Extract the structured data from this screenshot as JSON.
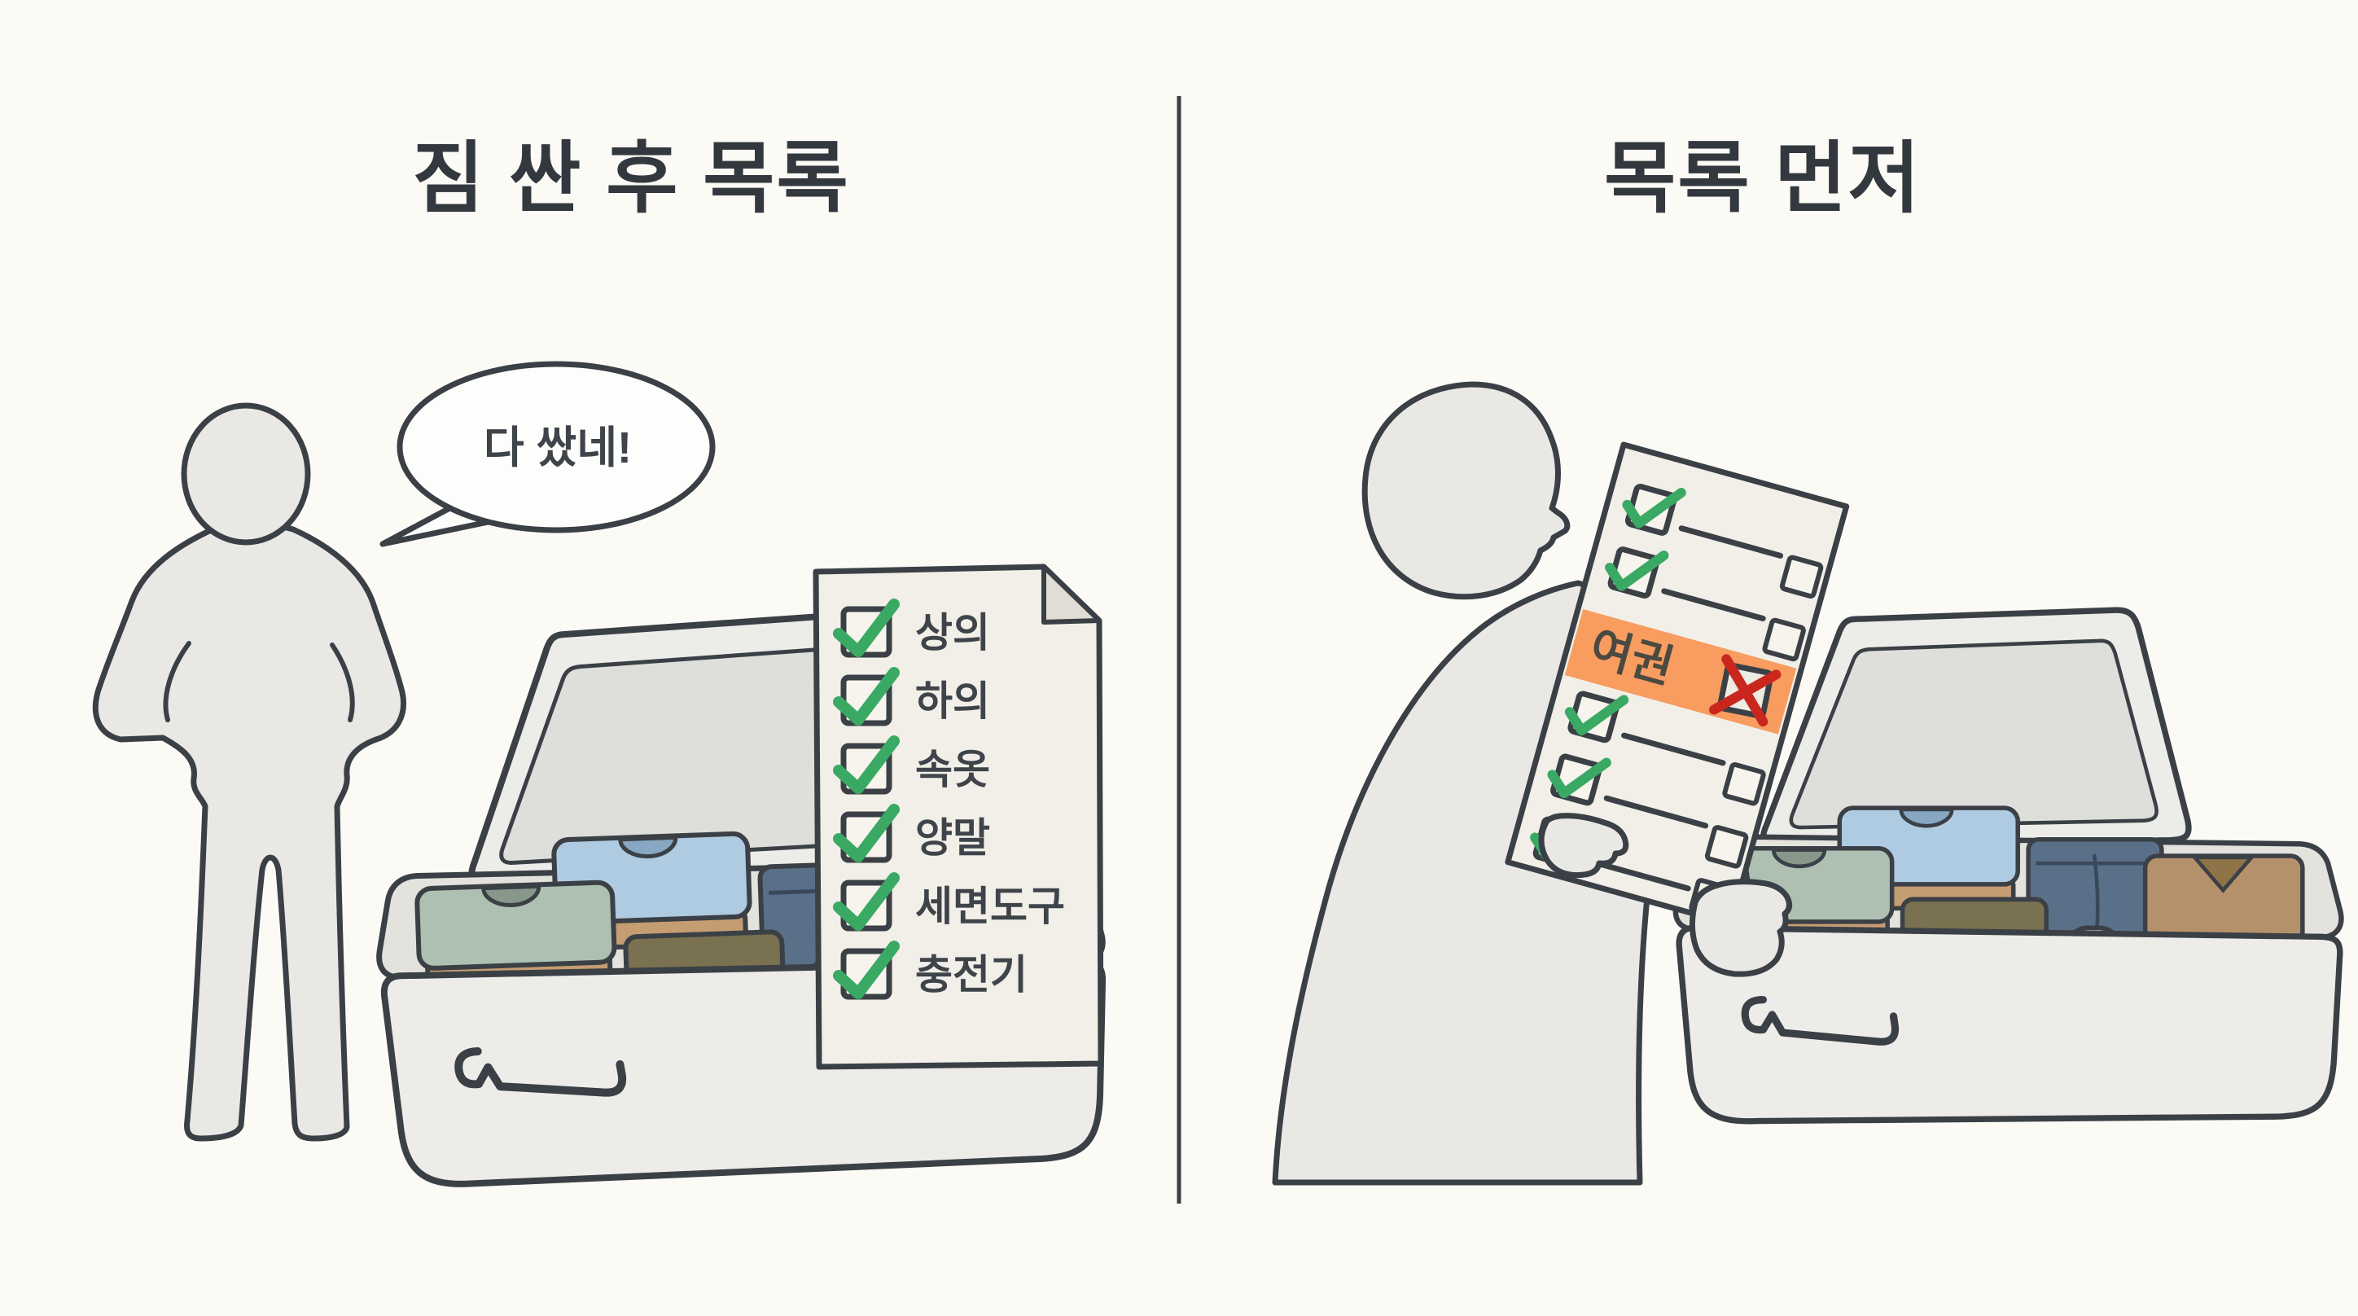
{
  "meta": {
    "description_left": "person who packed first, suitcase full, list written after packing",
    "description_right": "person checking list before packing, missing passport found"
  },
  "colors": {
    "background": "#FBFAF5",
    "outline": "#3B4046",
    "title_text": "#33383F",
    "figure_fill": "#E9E8E5",
    "paper_fill": "#F1EFE7",
    "paper_fold": "#E0DED4",
    "check_green": "#3AA964",
    "highlight_orange": "#F89C60",
    "x_red": "#C9271E",
    "suitcase_fill": "#ECECE9",
    "suitcase_lid_inner": "#DEDEDB",
    "clothes": {
      "shirt_blue": "#AFCBE2",
      "shirt_green": "#AEC0B1",
      "folded_olive": "#79714F",
      "jeans_blue": "#5A7089",
      "shirt_tan": "#B5916B",
      "socks": "#CFC8BC",
      "layer_tan": "#C59D72"
    }
  },
  "divider": {
    "style": "vertical-line"
  },
  "left_panel": {
    "title": "짐 싼 후 목록",
    "speech_bubble": {
      "text": "다 쌌네!"
    },
    "checklist": {
      "items": [
        {
          "label": "상의",
          "checked": true
        },
        {
          "label": "하의",
          "checked": true
        },
        {
          "label": "속옷",
          "checked": true
        },
        {
          "label": "양말",
          "checked": true
        },
        {
          "label": "세면도구",
          "checked": true
        },
        {
          "label": "충전기",
          "checked": true
        }
      ]
    }
  },
  "right_panel": {
    "title": "목록 먼저",
    "checklist": {
      "highlighted_item": {
        "label": "여권",
        "checked": false,
        "marked_with": "red-x",
        "highlight_color": "#F89C60"
      },
      "blank_rows": [
        {
          "checked": true
        },
        {
          "checked": true
        },
        {
          "checked": true
        },
        {
          "checked": true
        },
        {
          "checked": true
        }
      ]
    }
  }
}
